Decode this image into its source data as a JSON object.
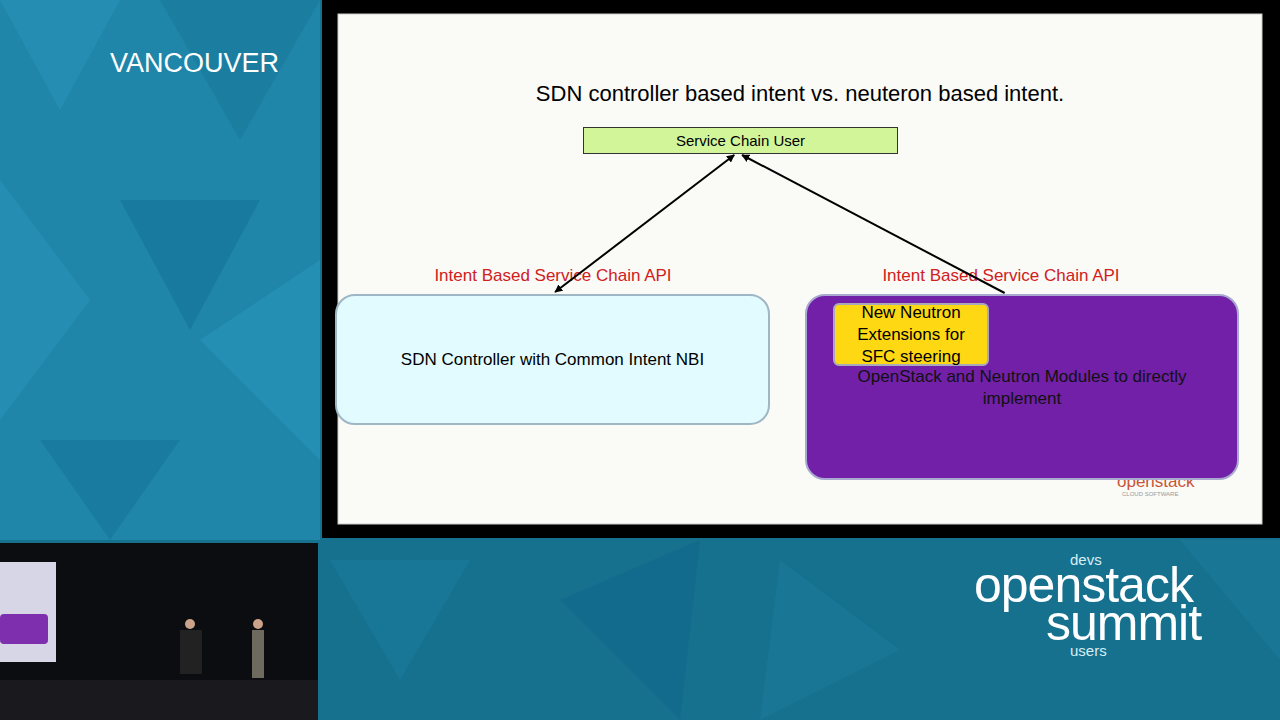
{
  "diagram": {
    "title": "SDN controller based intent vs. neuteron based intent.",
    "nodes": [
      {
        "text": [
          "Service Chain User"
        ]
      },
      {
        "text": [
          "SDN Controller with Common Intent NBI"
        ]
      },
      {
        "text": [
          "OpenStack and Neutron Modules to directly implement"
        ]
      },
      {
        "text": [
          "New Neutron Extensions for SFC steering"
        ],
        "in": 2
      }
    ],
    "edges": [
      {
        "from": 1,
        "to": 0,
        "arrow": "both",
        "label": "Intent Based Service Chain API"
      },
      {
        "from": 2,
        "to": 0,
        "arrow": "to",
        "label": "Intent Based Service Chain API"
      }
    ],
    "labels": [
      "VANCOUVER",
      "openstack",
      "CLOUD SOFTWARE",
      "devs",
      "openstack",
      "summit",
      "users"
    ]
  }
}
